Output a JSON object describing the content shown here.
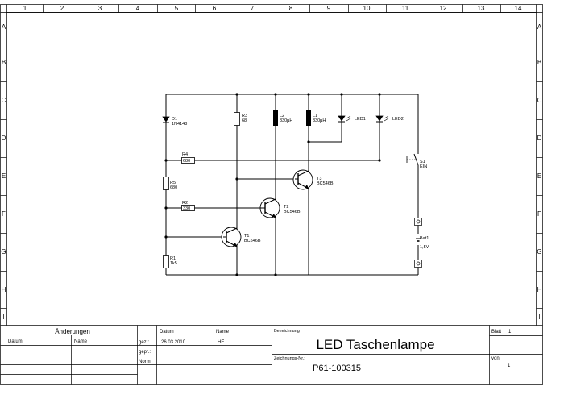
{
  "frame": {
    "columns": [
      "1",
      "2",
      "3",
      "4",
      "5",
      "6",
      "7",
      "8",
      "9",
      "10",
      "11",
      "12",
      "13",
      "14"
    ],
    "rows": [
      "A",
      "B",
      "C",
      "D",
      "E",
      "F",
      "G",
      "H",
      "I"
    ]
  },
  "components": {
    "d1": {
      "ref": "D1",
      "value": "1N4148"
    },
    "r3": {
      "ref": "R3",
      "value": "68"
    },
    "l2": {
      "ref": "L2",
      "value": "330µH"
    },
    "l1": {
      "ref": "L1",
      "value": "330µH"
    },
    "led1": {
      "ref": "LED1"
    },
    "led2": {
      "ref": "LED2"
    },
    "r4": {
      "ref": "R4",
      "value": "680"
    },
    "r5": {
      "ref": "R5",
      "value": "680"
    },
    "r2": {
      "ref": "R2",
      "value": "330"
    },
    "r1": {
      "ref": "R1",
      "value": "1k5"
    },
    "t1": {
      "ref": "T1",
      "value": "BC546B"
    },
    "t2": {
      "ref": "T2",
      "value": "BC546B"
    },
    "t3": {
      "ref": "T3",
      "value": "BC546B"
    },
    "s1": {
      "ref": "S1",
      "value": "EIN"
    },
    "bat1": {
      "ref": "Bat1",
      "value": "1,5V"
    }
  },
  "title_block": {
    "changes_header": "Änderungen",
    "datum_label": "Datum",
    "name_label": "Name",
    "datum_col": "Datum",
    "name_col": "Name",
    "gez_label": "gez.:",
    "gez_date": "26.03.2010",
    "gez_name": "HE",
    "gepr_label": "gepr.:",
    "norm_label": "Norm:",
    "bezeichnung_label": "Bezeichnung",
    "bezeichnung": "LED Taschenlampe",
    "zeichnungs_label": "Zeichnungs-Nr.:",
    "zeichnungs_nr": "P61-100315",
    "blatt_label": "Blatt",
    "blatt": "1",
    "von_label": "von",
    "von": "1"
  }
}
